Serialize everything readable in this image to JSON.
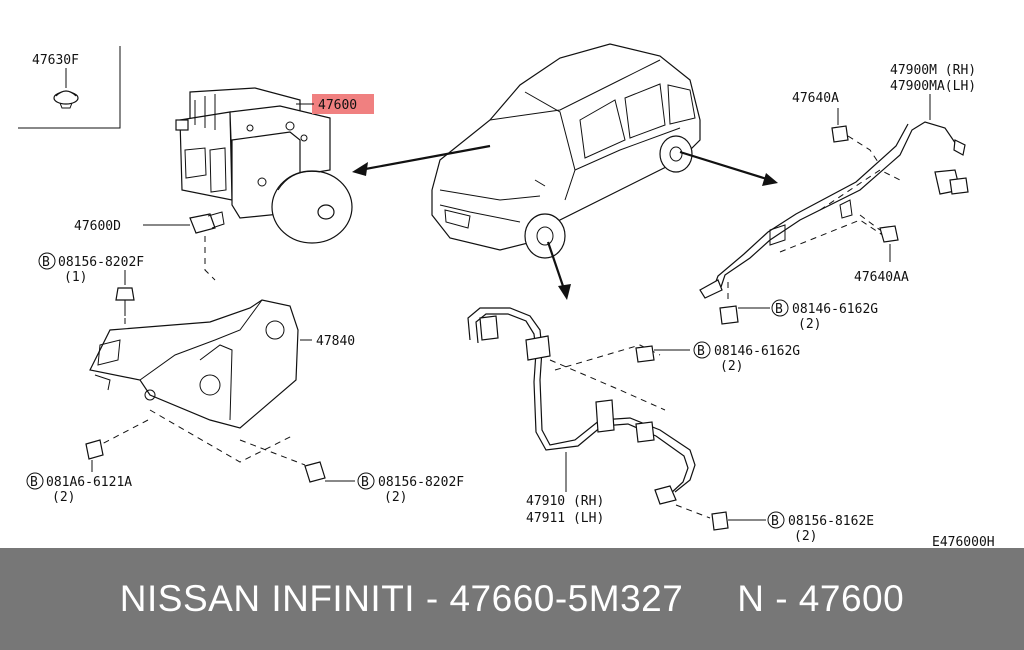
{
  "diagram": {
    "highlight_color": "#f08080",
    "labels": {
      "p47630f": "47630F",
      "p47600": "47600",
      "p47600d": "47600D",
      "p08156_8202f_a": "08156-8202F",
      "qty1": "(1)",
      "p47840": "47840",
      "p081a6_6121a": "081A6-6121A",
      "qty2_a": "(2)",
      "p08156_8202f_b": "08156-8202F",
      "qty2_b": "(2)",
      "p47900m": "47900M (RH)",
      "p47900ma": "47900MA(LH)",
      "p47640a": "47640A",
      "p47640aa": "47640AA",
      "p08146_6162g_a": "08146-6162G",
      "qty2_c": "(2)",
      "p08146_6162g_b": "08146-6162G",
      "qty2_d": "(2)",
      "p47910": "47910 (RH)",
      "p47911": "47911 (LH)",
      "p08156_8162e": "08156-8162E",
      "qty2_e": "(2)",
      "code": "E476000H",
      "bolt_symbol": "B"
    }
  },
  "footer": {
    "text": "NISSAN INFINITI - 47660-5M327     N - 47600"
  }
}
